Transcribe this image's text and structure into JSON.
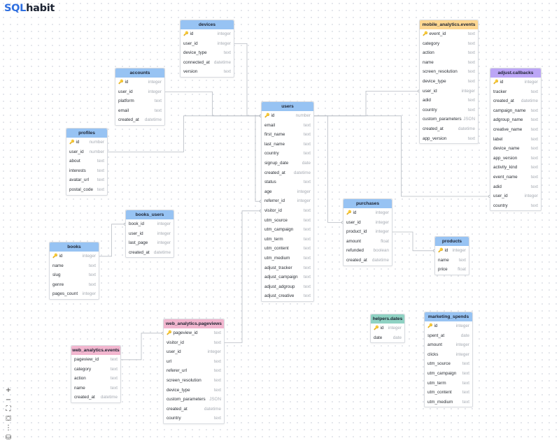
{
  "brand": {
    "sql": "SQL",
    "habit": "habit"
  },
  "controls": [
    {
      "name": "zoom-in-button",
      "glyph": "+"
    },
    {
      "name": "zoom-out-button",
      "glyph": "−"
    },
    {
      "name": "fit-view-button",
      "glyph": "⛶"
    },
    {
      "name": "auto-layout-button",
      "glyph": "⛋"
    },
    {
      "name": "more-options-button",
      "glyph": "⋮"
    },
    {
      "name": "database-icon",
      "glyph": "⛁"
    }
  ],
  "tables": [
    {
      "id": "devices",
      "title": "devices",
      "color": "blue",
      "columns": [
        [
          "id",
          "integer"
        ],
        [
          "user_id",
          "integer"
        ],
        [
          "device_type",
          "text"
        ],
        [
          "connected_at",
          "datetime"
        ],
        [
          "version",
          "text"
        ]
      ]
    },
    {
      "id": "accounts",
      "title": "accounts",
      "color": "blue",
      "columns": [
        [
          "id",
          "integer"
        ],
        [
          "user_id",
          "integer"
        ],
        [
          "platform",
          "text"
        ],
        [
          "email",
          "text"
        ],
        [
          "created_at",
          "datetime"
        ]
      ]
    },
    {
      "id": "mobile_analytics_events",
      "title": "mobile_analytics.events",
      "color": "orange",
      "columns": [
        [
          "event_id",
          "text"
        ],
        [
          "category",
          "text"
        ],
        [
          "action",
          "text"
        ],
        [
          "name",
          "text"
        ],
        [
          "screen_resolution",
          "text"
        ],
        [
          "device_type",
          "text"
        ],
        [
          "user_id",
          "integer"
        ],
        [
          "adid",
          "text"
        ],
        [
          "country",
          "text"
        ],
        [
          "custom_parameters",
          "JSON"
        ],
        [
          "created_at",
          "datetime"
        ],
        [
          "app_version",
          "text"
        ]
      ]
    },
    {
      "id": "adjust_callbacks",
      "title": "adjust.callbacks",
      "color": "purple",
      "columns": [
        [
          "id",
          "integer"
        ],
        [
          "tracker",
          "text"
        ],
        [
          "created_at",
          "datetime"
        ],
        [
          "campaign_name",
          "text"
        ],
        [
          "adgroup_name",
          "text"
        ],
        [
          "creative_name",
          "text"
        ],
        [
          "label",
          "text"
        ],
        [
          "device_name",
          "text"
        ],
        [
          "app_version",
          "text"
        ],
        [
          "activity_kind",
          "text"
        ],
        [
          "event_name",
          "text"
        ],
        [
          "adid",
          "text"
        ],
        [
          "user_id",
          "integer"
        ],
        [
          "country",
          "text"
        ]
      ]
    },
    {
      "id": "users",
      "title": "users",
      "color": "blue",
      "columns": [
        [
          "id",
          "number"
        ],
        [
          "email",
          "text"
        ],
        [
          "first_name",
          "text"
        ],
        [
          "last_name",
          "text"
        ],
        [
          "country",
          "text"
        ],
        [
          "signup_date",
          "date"
        ],
        [
          "created_at",
          "datetime"
        ],
        [
          "status",
          "text"
        ],
        [
          "age",
          "integer"
        ],
        [
          "referrer_id",
          "integer"
        ],
        [
          "visitor_id",
          "text"
        ],
        [
          "utm_source",
          "text"
        ],
        [
          "utm_campaign",
          "text"
        ],
        [
          "utm_term",
          "text"
        ],
        [
          "utm_content",
          "text"
        ],
        [
          "utm_medium",
          "text"
        ],
        [
          "adjust_tracker",
          "text"
        ],
        [
          "adjust_campaign",
          "text"
        ],
        [
          "adjust_adgroup",
          "text"
        ],
        [
          "adjust_creative",
          "text"
        ]
      ]
    },
    {
      "id": "profiles",
      "title": "profiles",
      "color": "blue",
      "columns": [
        [
          "id",
          "number"
        ],
        [
          "user_id",
          "number"
        ],
        [
          "about",
          "text"
        ],
        [
          "interests",
          "text"
        ],
        [
          "avatar_url",
          "text"
        ],
        [
          "postal_code",
          "text"
        ]
      ]
    },
    {
      "id": "books_users",
      "title": "books_users",
      "color": "blue",
      "columns": [
        [
          "book_id",
          "integer"
        ],
        [
          "user_id",
          "integer"
        ],
        [
          "last_page",
          "integer"
        ],
        [
          "created_at",
          "datetime"
        ]
      ]
    },
    {
      "id": "books",
      "title": "books",
      "color": "blue",
      "columns": [
        [
          "id",
          "integer"
        ],
        [
          "name",
          "text"
        ],
        [
          "slug",
          "text"
        ],
        [
          "genre",
          "text"
        ],
        [
          "pages_count",
          "integer"
        ]
      ]
    },
    {
      "id": "purchases",
      "title": "purchases",
      "color": "blue",
      "columns": [
        [
          "id",
          "integer"
        ],
        [
          "user_id",
          "integer"
        ],
        [
          "product_id",
          "integer"
        ],
        [
          "amount",
          "float"
        ],
        [
          "refunded",
          "boolean"
        ],
        [
          "created_at",
          "datetime"
        ]
      ]
    },
    {
      "id": "products",
      "title": "products",
      "color": "blue",
      "columns": [
        [
          "id",
          "integer"
        ],
        [
          "name",
          "text"
        ],
        [
          "price",
          "float"
        ]
      ]
    },
    {
      "id": "web_analytics_pageviews",
      "title": "web_analytics.pageviews",
      "color": "pink",
      "columns": [
        [
          "pageview_id",
          "text"
        ],
        [
          "visitor_id",
          "text"
        ],
        [
          "user_id",
          "integer"
        ],
        [
          "url",
          "text"
        ],
        [
          "referer_url",
          "text"
        ],
        [
          "screen_resolution",
          "text"
        ],
        [
          "device_type",
          "text"
        ],
        [
          "custom_parameters",
          "JSON"
        ],
        [
          "created_at",
          "datetime"
        ],
        [
          "country",
          "text"
        ]
      ]
    },
    {
      "id": "web_analytics_events",
      "title": "web_analytics.events",
      "color": "pink",
      "columns": [
        [
          "pageview_id",
          "text"
        ],
        [
          "category",
          "text"
        ],
        [
          "action",
          "text"
        ],
        [
          "name",
          "text"
        ],
        [
          "created_at",
          "datetime"
        ]
      ]
    },
    {
      "id": "helpers_dates",
      "title": "helpers.dates",
      "color": "teal",
      "columns": [
        [
          "id",
          "integer"
        ],
        [
          "date",
          "date"
        ]
      ]
    },
    {
      "id": "marketing_spends",
      "title": "marketing_spends",
      "color": "blue",
      "columns": [
        [
          "id",
          "integer"
        ],
        [
          "spent_at",
          "date"
        ],
        [
          "amount",
          "integer"
        ],
        [
          "clicks",
          "integer"
        ],
        [
          "utm_source",
          "text"
        ],
        [
          "utm_campaign",
          "text"
        ],
        [
          "utm_term",
          "text"
        ],
        [
          "utm_content",
          "text"
        ],
        [
          "utm_medium",
          "text"
        ]
      ]
    }
  ],
  "relations": [
    [
      "devices",
      "user_id",
      "users",
      "id"
    ],
    [
      "accounts",
      "user_id",
      "users",
      "id"
    ],
    [
      "profiles",
      "user_id",
      "users",
      "id"
    ],
    [
      "mobile_analytics_events",
      "user_id",
      "users",
      "id"
    ],
    [
      "adjust_callbacks",
      "user_id",
      "users",
      "id"
    ],
    [
      "users",
      "referrer_id",
      "users",
      "id"
    ],
    [
      "purchases",
      "user_id",
      "users",
      "id"
    ],
    [
      "purchases",
      "product_id",
      "products",
      "id"
    ],
    [
      "books_users",
      "book_id",
      "books",
      "id"
    ],
    [
      "web_analytics_pageviews",
      "visitor_id",
      "users",
      "visitor_id"
    ],
    [
      "web_analytics_events",
      "pageview_id",
      "web_analytics_pageviews",
      "pageview_id"
    ]
  ]
}
